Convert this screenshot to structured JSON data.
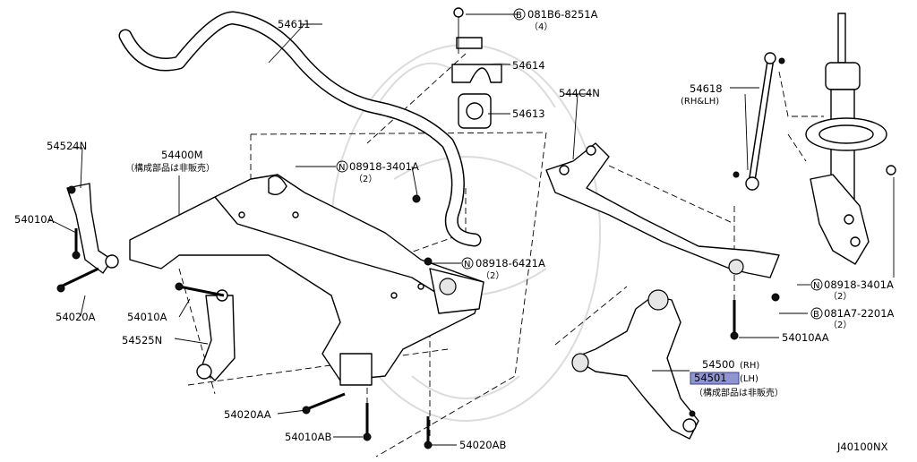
{
  "diagram_id": "J40100NX",
  "parts": {
    "stabilizer_bar": "54611",
    "clamp": "54614",
    "bushing": "54613",
    "stabilizer_link": "54618",
    "stabilizer_link_side": "(RH&LH)",
    "member_front_suspension": "544C4N",
    "suspension_member": "54400M",
    "suspension_member_note": "（構成部品は非販売）",
    "link_bracket": "54524N",
    "bolt_a": "54010A",
    "bolt_b": "54010A",
    "bolt_aa_right": "54010AA",
    "bolt_ab": "54010AB",
    "bolt_20a": "54020A",
    "bolt_20aa": "54020AA",
    "bolt_20ab": "54020AB",
    "knuckle_link": "54525N",
    "lower_arm_rh": "54500",
    "lower_arm_rh_side": "(RH)",
    "lower_arm_lh": "54501",
    "lower_arm_lh_side": "(LH)",
    "lower_arm_note": "（構成部品は非販売）"
  },
  "fasteners": {
    "bolt_top": {
      "code": "081B6-8251A",
      "prefix": "B",
      "qty": "（4）"
    },
    "nut_mid": {
      "code": "08918-3401A",
      "prefix": "N",
      "qty": "（2）"
    },
    "nut_low": {
      "code": "08918-6421A",
      "prefix": "N",
      "qty": "（2）"
    },
    "nut_strut": {
      "code": "08918-3401A",
      "prefix": "N",
      "qty": "（2）"
    },
    "bolt_strut": {
      "code": "081A7-2201A",
      "prefix": "B",
      "qty": "（2）"
    }
  },
  "colors": {
    "highlight": "#8e95cf",
    "line": "#000000",
    "background": "#ffffff"
  }
}
